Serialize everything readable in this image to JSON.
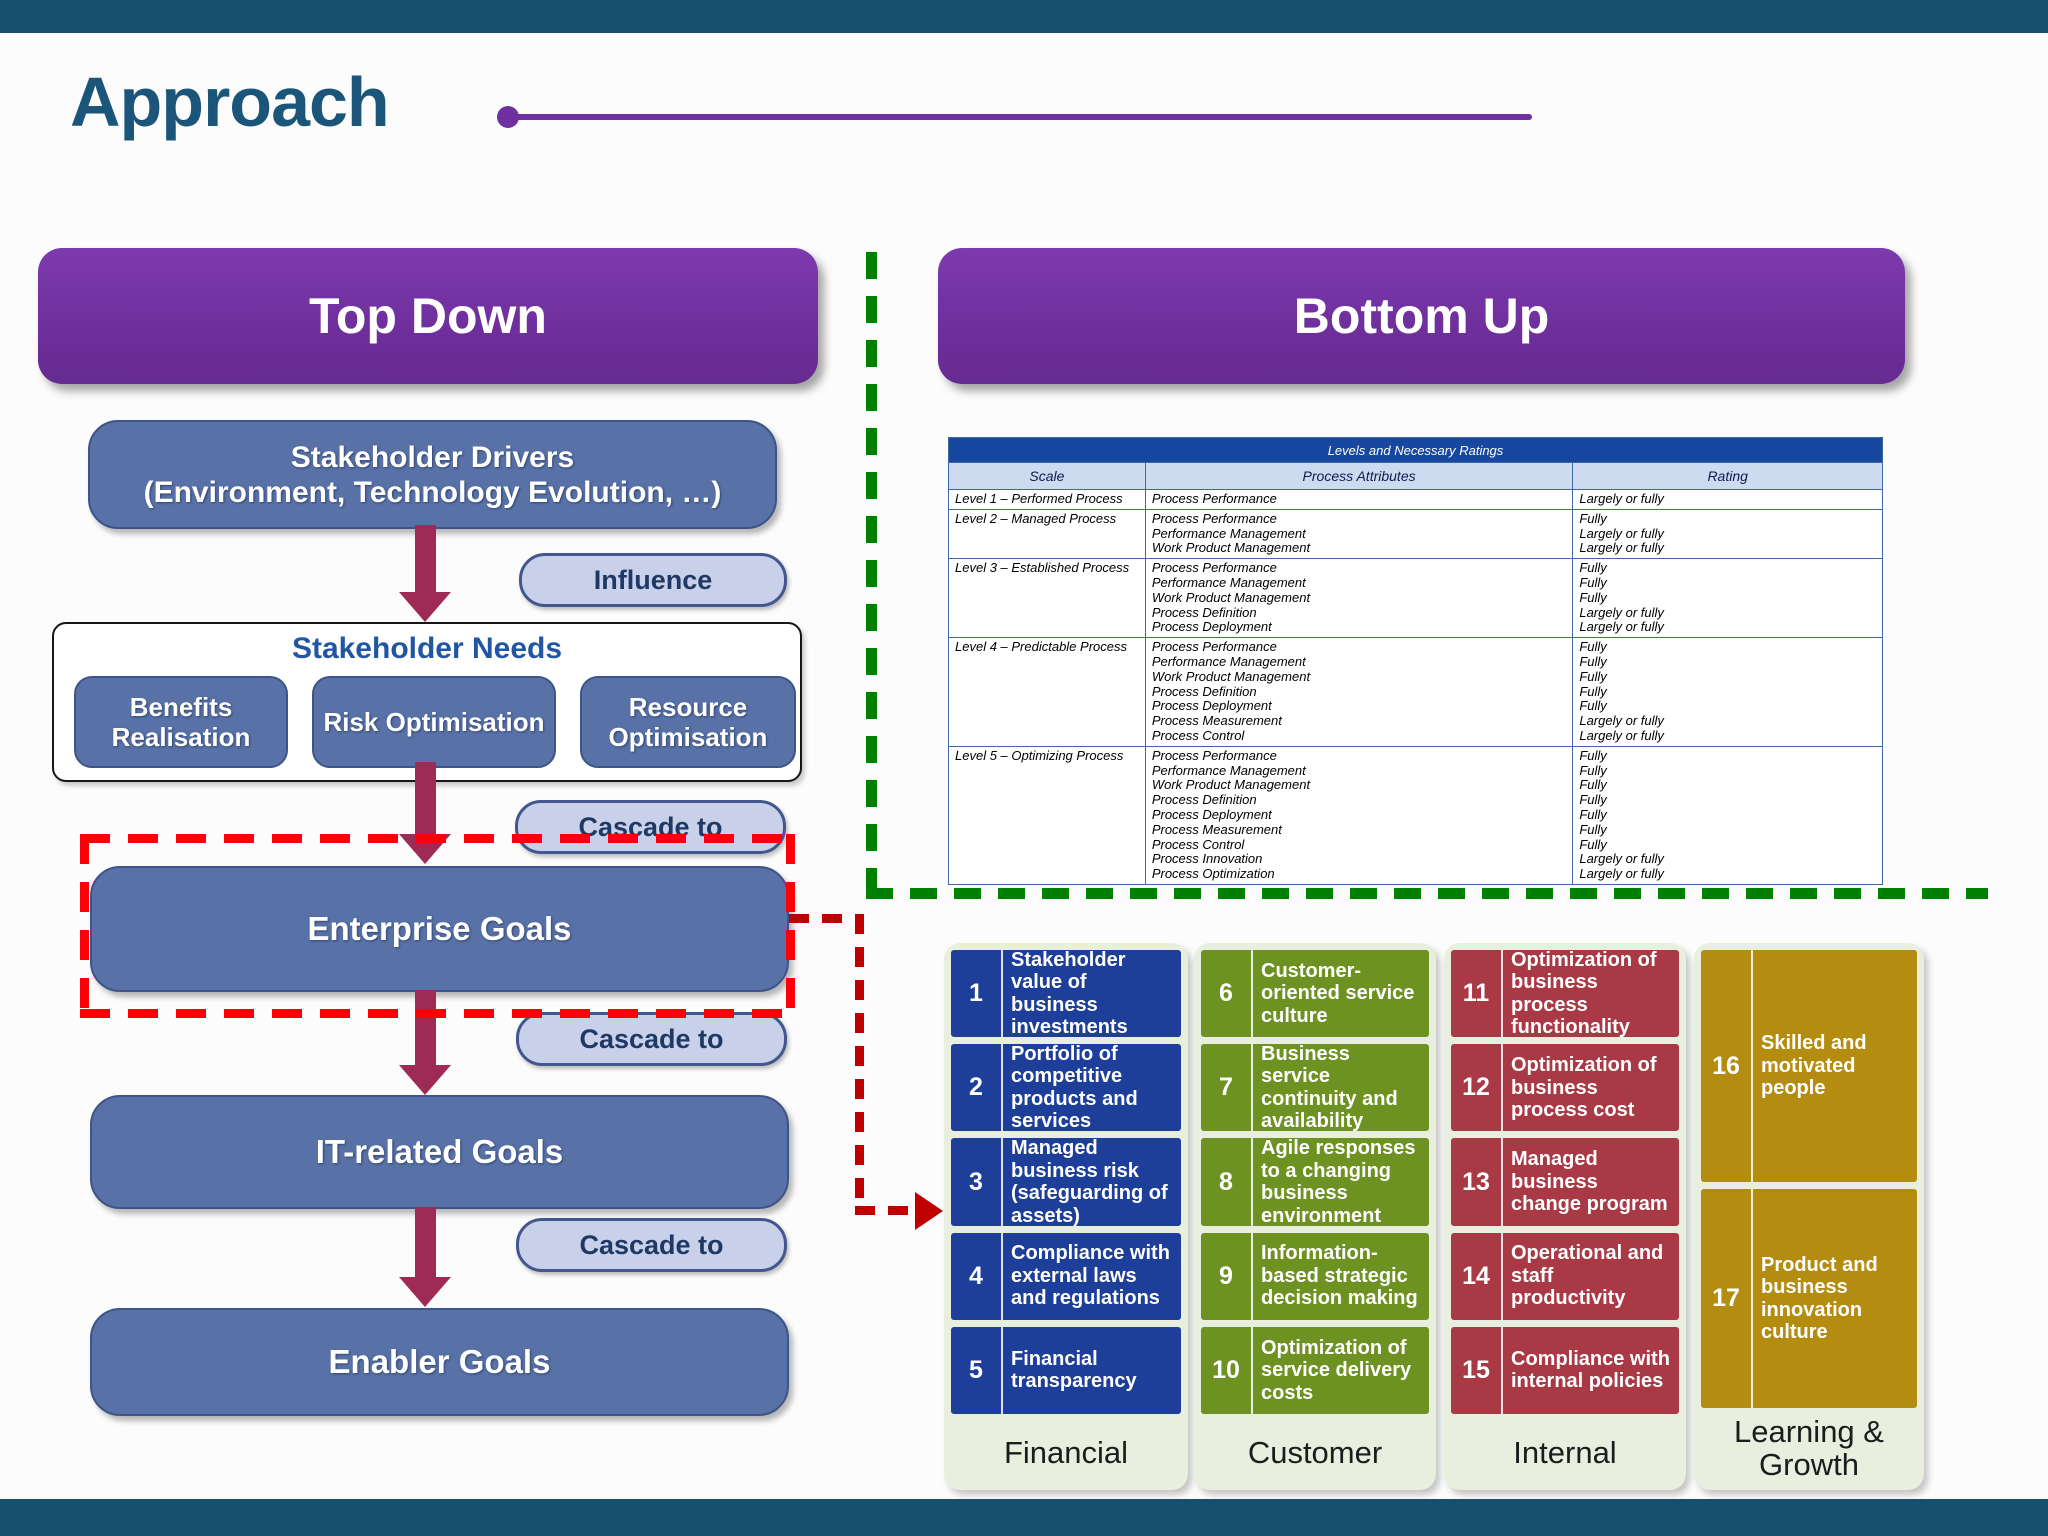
{
  "slide": {
    "title": "Approach"
  },
  "colors": {
    "header_bar": "#15506e",
    "accent_purple": "#7030a0",
    "flow_box_blue": "#5872a8",
    "arrow_crimson": "#9e2a56",
    "highlight_red": "#fb0007",
    "connector_dark_red": "#c00000",
    "divider_green": "#008000",
    "table_header_blue": "#17479e",
    "financial_blue": "#1d3e99",
    "customer_green": "#6e9222",
    "internal_red": "#a93945",
    "learning_gold": "#b48c10"
  },
  "top_down": {
    "header": "Top Down",
    "drivers_title": "Stakeholder Drivers",
    "drivers_subtitle": "(Environment, Technology Evolution, …)",
    "influence_label": "Influence",
    "needs_title": "Stakeholder Needs",
    "need_1": "Benefits Realisation",
    "need_2": "Risk Optimisation",
    "need_3": "Resource Optimisation",
    "cascade_label": "Cascade to",
    "enterprise_goals": "Enterprise Goals",
    "it_related_goals": "IT-related Goals",
    "enabler_goals": "Enabler Goals"
  },
  "bottom_up": {
    "header": "Bottom Up",
    "ratings_table": {
      "title": "Levels and Necessary Ratings",
      "columns": [
        "Scale",
        "Process Attributes",
        "Rating"
      ],
      "rows": [
        {
          "scale": "Level 1 – Performed Process",
          "attributes": "Process Performance",
          "ratings": "Largely or fully"
        },
        {
          "scale": "Level 2 – Managed Process",
          "attributes": "Process Performance\nPerformance Management\nWork Product Management",
          "ratings": "Fully\nLargely or fully\nLargely or fully"
        },
        {
          "scale": "Level 3 – Established Process",
          "attributes": "Process Performance\nPerformance Management\nWork Product Management\nProcess Definition\nProcess Deployment",
          "ratings": "Fully\nFully\nFully\nLargely or fully\nLargely or fully"
        },
        {
          "scale": "Level 4 – Predictable Process",
          "attributes": "Process Performance\nPerformance Management\nWork Product Management\nProcess Definition\nProcess Deployment\nProcess Measurement\nProcess Control",
          "ratings": "Fully\nFully\nFully\nFully\nFully\nLargely or fully\nLargely or fully"
        },
        {
          "scale": "Level 5 – Optimizing Process",
          "attributes": "Process Performance\nPerformance Management\nWork Product Management\nProcess Definition\nProcess Deployment\nProcess Measurement\nProcess Control\nProcess Innovation\nProcess Optimization",
          "ratings": "Fully\nFully\nFully\nFully\nFully\nFully\nFully\nLargely or fully\nLargely or fully"
        }
      ]
    },
    "goal_columns": [
      {
        "label": "Financial",
        "items": [
          {
            "num": "1",
            "text": "Stakeholder value of business investments"
          },
          {
            "num": "2",
            "text": "Portfolio of competitive products and services"
          },
          {
            "num": "3",
            "text": "Managed business risk (safeguarding of assets)"
          },
          {
            "num": "4",
            "text": "Compliance with external laws and regulations"
          },
          {
            "num": "5",
            "text": "Financial transparency"
          }
        ]
      },
      {
        "label": "Customer",
        "items": [
          {
            "num": "6",
            "text": "Customer-oriented service culture"
          },
          {
            "num": "7",
            "text": "Business service continuity and availability"
          },
          {
            "num": "8",
            "text": "Agile responses to a changing business environment"
          },
          {
            "num": "9",
            "text": "Information-based strategic decision making"
          },
          {
            "num": "10",
            "text": "Optimization of service delivery costs"
          }
        ]
      },
      {
        "label": "Internal",
        "items": [
          {
            "num": "11",
            "text": "Optimization of business process functionality"
          },
          {
            "num": "12",
            "text": "Optimization of business process cost"
          },
          {
            "num": "13",
            "text": "Managed business change program"
          },
          {
            "num": "14",
            "text": "Operational and staff productivity"
          },
          {
            "num": "15",
            "text": "Compliance with internal policies"
          }
        ]
      },
      {
        "label": "Learning & Growth",
        "items": [
          {
            "num": "16",
            "text": "Skilled and motivated people"
          },
          {
            "num": "17",
            "text": "Product and business innovation culture"
          }
        ]
      }
    ]
  }
}
